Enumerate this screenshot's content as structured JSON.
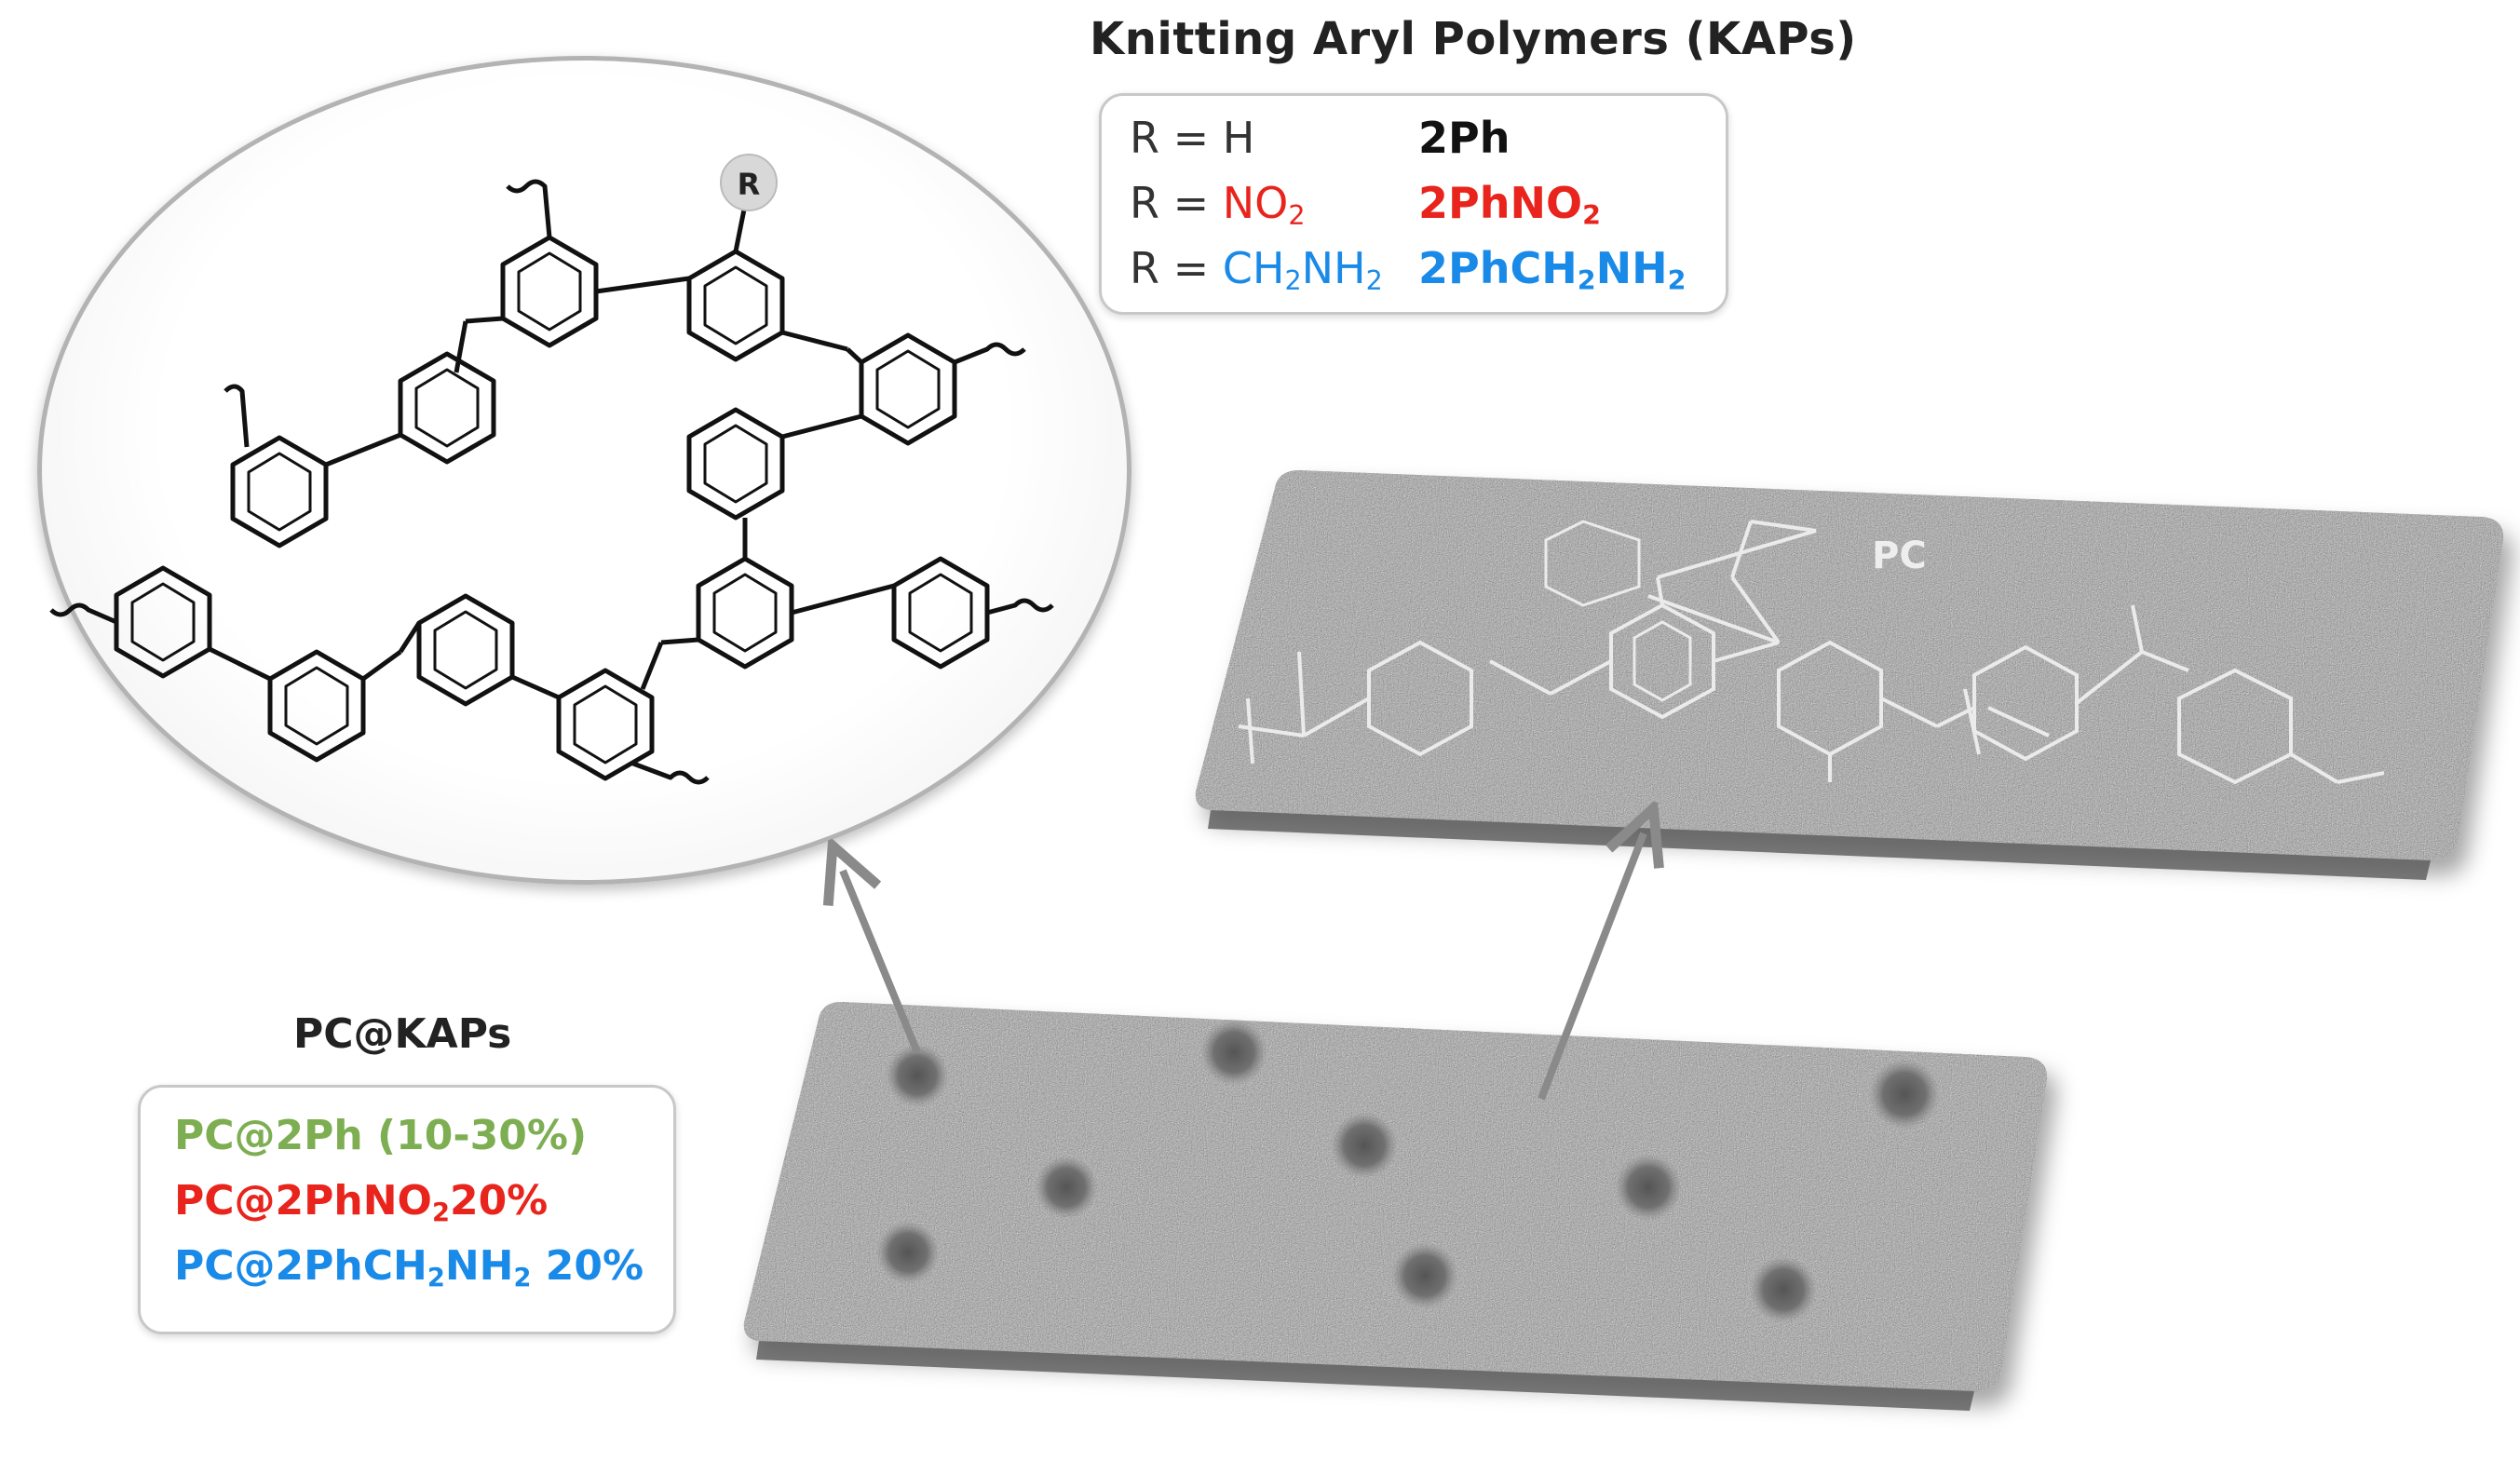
{
  "kaps_title": "Knitting Aryl Polymers (KAPs)",
  "r_groups": [
    {
      "lhs_prefix": "R = ",
      "lhs_main": "H",
      "lhs_sub": "",
      "lhs_tail": "",
      "name_main": "2Ph",
      "name_sub": "",
      "name_tail": "",
      "color": "#111111"
    },
    {
      "lhs_prefix": "R = ",
      "lhs_main": "NO",
      "lhs_sub": "2",
      "lhs_tail": "",
      "name_main": "2PhNO",
      "name_sub": "2",
      "name_tail": "",
      "color": "#e8241c"
    },
    {
      "lhs_prefix": "R = ",
      "lhs_main": "CH",
      "lhs_sub": "2",
      "lhs_tail": "NH",
      "lhs_sub2": "2",
      "name_main": "2PhCH",
      "name_sub": "2",
      "name_tail": "NH",
      "name_sub2": "2",
      "color": "#1a8ae8"
    }
  ],
  "r_badge": "R",
  "pc_label": "PC",
  "pckaps_title": "PC@KAPs",
  "composites": [
    {
      "text": "PC@2Ph (10-30%)",
      "color": "#7eae52"
    },
    {
      "pre": "PC@2PhNO",
      "sub": "2",
      "post": "20%",
      "color": "#e8241c"
    },
    {
      "pre": "PC@2PhCH",
      "sub": "2",
      "mid": "NH",
      "sub2": "2",
      "post": " 20%",
      "color": "#1a8ae8"
    }
  ]
}
